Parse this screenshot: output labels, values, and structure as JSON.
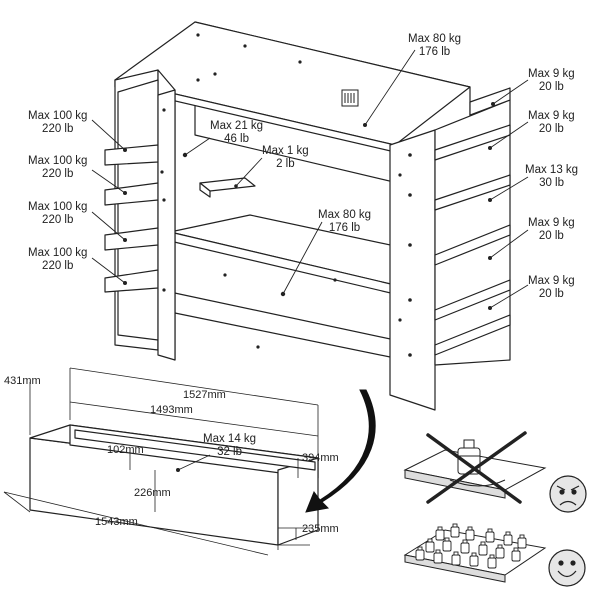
{
  "bed": {
    "top_bunk": {
      "kg": "Max 80 kg",
      "lb": "176 lb"
    },
    "shelf_top": {
      "kg": "Max 21 kg",
      "lb": "46 lb"
    },
    "small_shelf": {
      "kg": "Max 1 kg",
      "lb": "2 lb"
    },
    "bottom_bunk": {
      "kg": "Max 80 kg",
      "lb": "176 lb"
    },
    "ladder_steps": [
      {
        "kg": "Max 100 kg",
        "lb": "220 lb"
      },
      {
        "kg": "Max 100 kg",
        "lb": "220 lb"
      },
      {
        "kg": "Max 100 kg",
        "lb": "220 lb"
      },
      {
        "kg": "Max 100 kg",
        "lb": "220 lb"
      }
    ],
    "side_shelves": [
      {
        "kg": "Max 9 kg",
        "lb": "20 lb"
      },
      {
        "kg": "Max 9 kg",
        "lb": "20 lb"
      },
      {
        "kg": "Max 13 kg",
        "lb": "30 lb"
      },
      {
        "kg": "Max 9 kg",
        "lb": "20 lb"
      },
      {
        "kg": "Max 9 kg",
        "lb": "20 lb"
      }
    ]
  },
  "drawer": {
    "load": {
      "kg": "Max 14 kg",
      "lb": "32 lb"
    },
    "dims": {
      "depth": "431mm",
      "inner_top_length": "1527mm",
      "inner_length": "1493mm",
      "inner_height": "102mm",
      "front_height": "226mm",
      "side_depth": "394mm",
      "outer_length": "1543mm",
      "outer_height": "235mm"
    }
  },
  "icons": {
    "wrong": "angry-face-icon",
    "right": "happy-face-icon"
  }
}
